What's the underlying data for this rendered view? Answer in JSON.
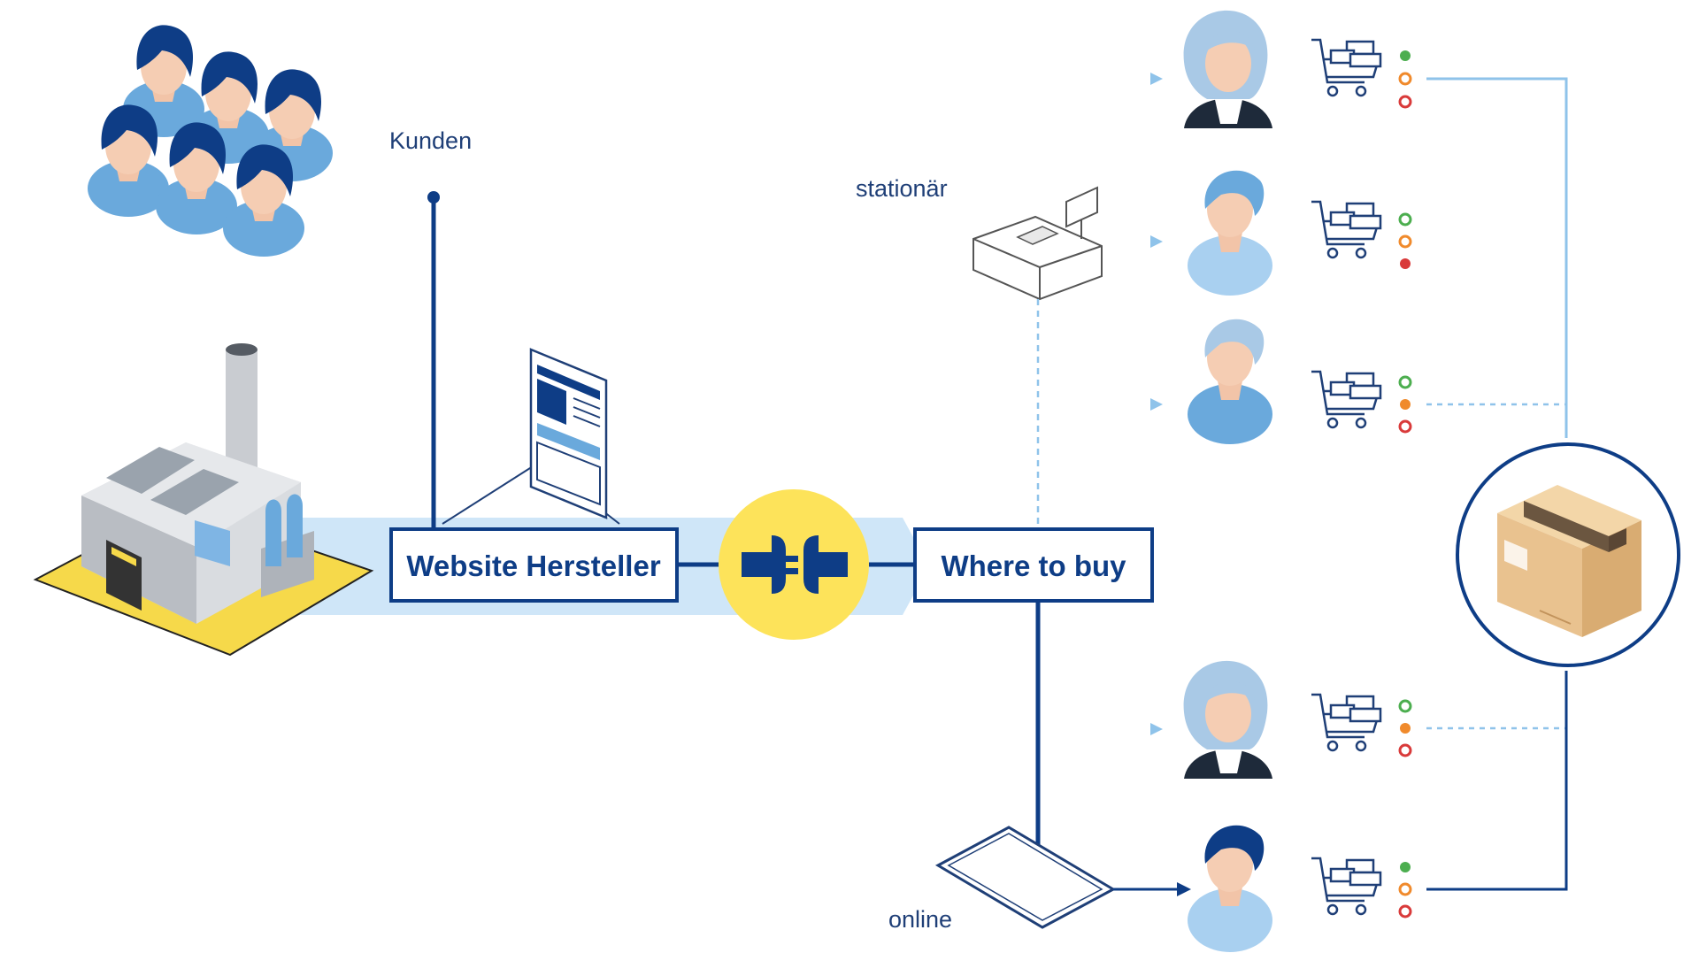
{
  "labels": {
    "customers": "Kunden",
    "stationary": "stationär",
    "online": "online",
    "manufacturer_website": "Website Hersteller",
    "where_to_buy": "Where to buy"
  },
  "icons": {
    "customer_group": "customer-group-icon",
    "factory": "factory-icon",
    "web_page": "web-page-icon",
    "connector": "plug-connector-icon",
    "cash_register": "cash-register-icon",
    "tablet": "tablet-icon",
    "shopping_cart": "shopping-cart-icon",
    "package": "package-icon"
  },
  "retailers": [
    {
      "person": "woman-gray-hair",
      "status": [
        "green",
        "orange-outline",
        "red-outline"
      ],
      "link": "solid"
    },
    {
      "person": "man-light-blue",
      "status": [
        "green-outline",
        "orange-outline",
        "red"
      ],
      "link": "none"
    },
    {
      "person": "man-gray-hair",
      "status": [
        "green-outline",
        "orange",
        "red-outline"
      ],
      "link": "dashed"
    },
    {
      "person": "woman-gray-hair",
      "status": [
        "green-outline",
        "orange",
        "red-outline"
      ],
      "link": "dashed"
    },
    {
      "person": "man-dark-blue",
      "status": [
        "green",
        "orange-outline",
        "red-outline"
      ],
      "link": "solid"
    }
  ],
  "colors": {
    "dark_blue": "#0e3d86",
    "light_blue": "#8fc3ea",
    "pale_blue": "#cfe6f8",
    "yellow": "#fde35a",
    "green": "#4cae4f",
    "orange": "#f08a2c",
    "red": "#d93a3a",
    "box": "#e9c28f"
  }
}
